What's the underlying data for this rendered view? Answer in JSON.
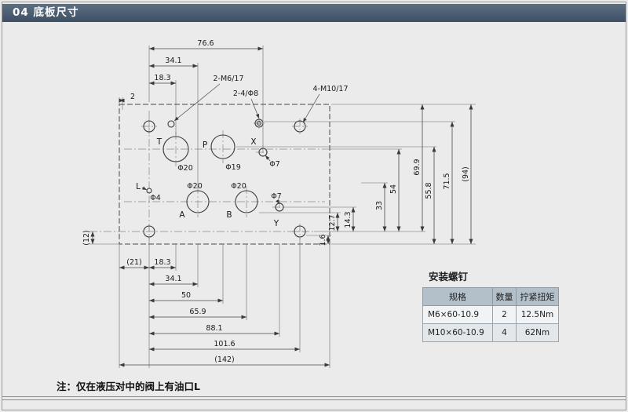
{
  "header": {
    "title": "04 底板尺寸"
  },
  "drawing": {
    "callouts": {
      "m6": "2-M6/17",
      "phi8": "2-4/Φ8",
      "m10": "4-M10/17"
    },
    "ports": {
      "t": "T",
      "p": "P",
      "x": "X",
      "y": "Y",
      "a": "A",
      "b": "B",
      "l": "L"
    },
    "diameters": {
      "t": "Φ20",
      "p": "Φ19",
      "x": "Φ7",
      "l": "Φ4",
      "a": "Φ20",
      "b": "Φ20",
      "y": "Φ7"
    },
    "top_dims": {
      "d766": "76.6",
      "d341": "34.1",
      "d183": "18.3",
      "d2": "2"
    },
    "bottom_dims": {
      "d21": "(21)",
      "d183": "18.3",
      "d341": "34.1",
      "d50": "50",
      "d659": "65.9",
      "d881": "88.1",
      "d1016": "101.6",
      "d142": "(142)"
    },
    "right_dims": {
      "d94": "(94)",
      "d715": "71.5",
      "d558": "55.8",
      "d699": "69.9",
      "d54": "54",
      "d33": "33",
      "d143": "14.3",
      "d127": "12.7",
      "d16": "1.6"
    },
    "left_dims": {
      "d12": "(12)"
    }
  },
  "screw_table": {
    "title": "安装螺钉",
    "headers": [
      "规格",
      "数量",
      "拧紧扭矩"
    ],
    "rows": [
      [
        "M6×60-10.9",
        "2",
        "12.5Nm"
      ],
      [
        "M10×60-10.9",
        "4",
        "62Nm"
      ]
    ]
  },
  "note": "注：仅在液压对中的阀上有油口L"
}
